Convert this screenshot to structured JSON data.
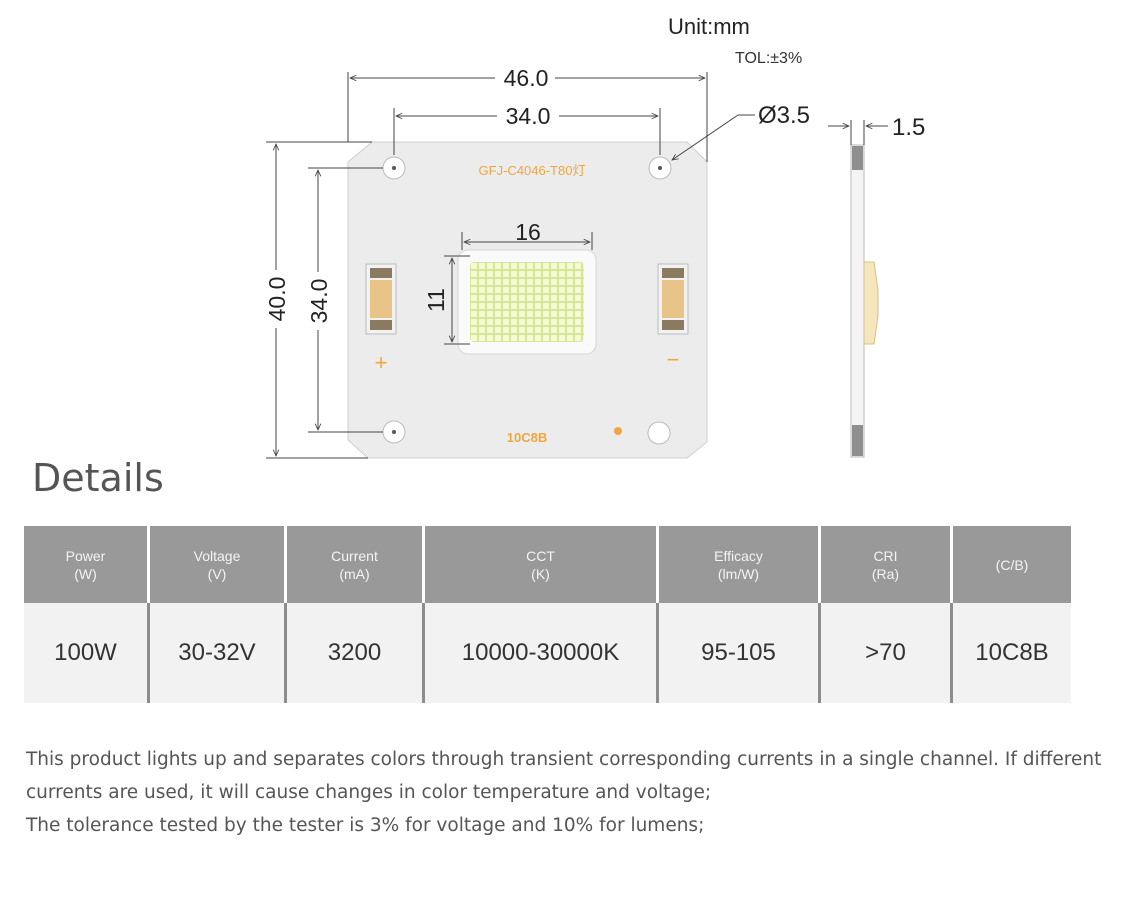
{
  "drawing": {
    "unit_label": "Unit:mm",
    "tolerance_label": "TOL:±3%",
    "board_width_dim": "46.0",
    "hole_spacing_h_dim": "34.0",
    "hole_diameter_dim": "Ø3.5",
    "board_thickness_dim": "1.5",
    "board_height_dim": "40.0",
    "hole_spacing_v_dim": "34.0",
    "emitter_width_dim": "16",
    "emitter_height_dim": "11",
    "model_label": "GFJ-C4046-T80灯",
    "code_label": "10C8B",
    "plus_sign": "+",
    "minus_sign": "−",
    "colors": {
      "board": "#ebebeb",
      "led": "#f3f9d0",
      "pad": "#e9c488",
      "text_orange": "#f0a640"
    }
  },
  "details_title": "Details",
  "table": {
    "headers": [
      {
        "line1": "Power",
        "line2": "(W)"
      },
      {
        "line1": "Voltage",
        "line2": "(V)"
      },
      {
        "line1": "Current",
        "line2": "(mA)"
      },
      {
        "line1": "CCT",
        "line2": "(K)"
      },
      {
        "line1": "Efficacy",
        "line2": "(lm/W)"
      },
      {
        "line1": "CRI",
        "line2": "(Ra)"
      },
      {
        "line1": "(C/B)",
        "line2": ""
      }
    ],
    "values": [
      "100W",
      "30-32V",
      "3200",
      "10000-30000K",
      "95-105",
      ">70",
      "10C8B"
    ]
  },
  "description": {
    "line1": "This product lights up and separates colors through transient corresponding currents in a single channel. If different currents are used, it will cause changes in color temperature and voltage;",
    "line2": "The tolerance tested by the tester is 3% for voltage and 10% for lumens;"
  }
}
